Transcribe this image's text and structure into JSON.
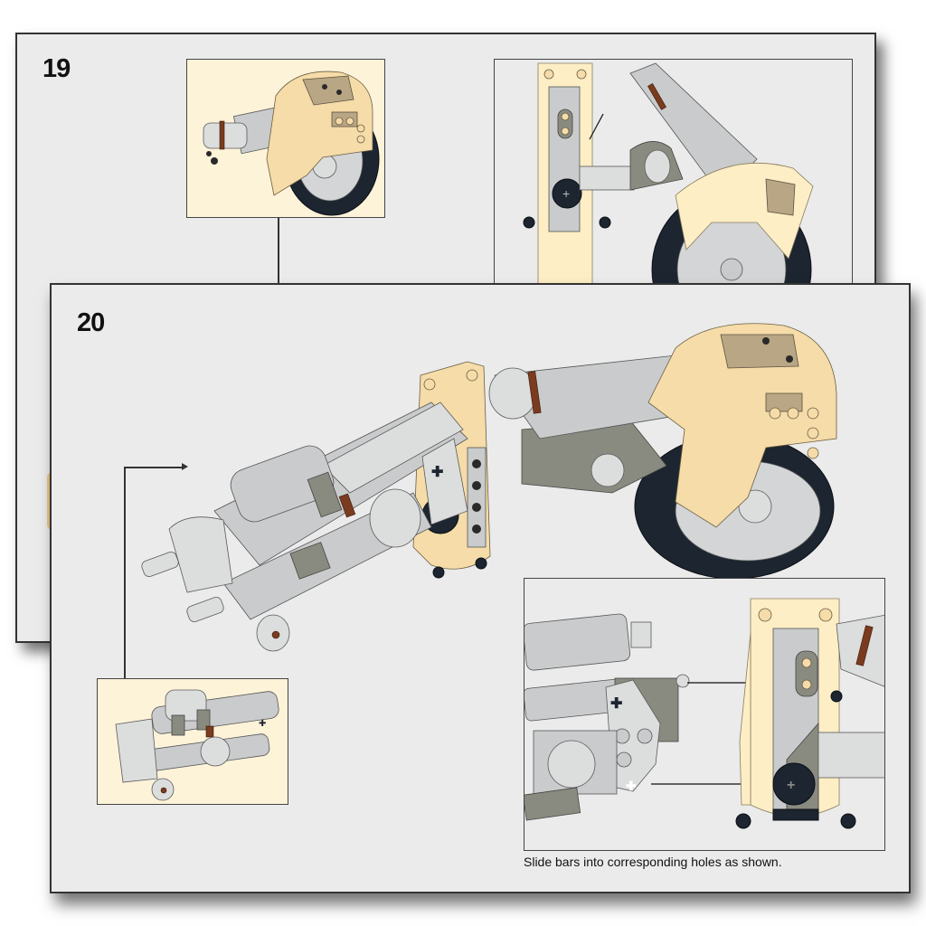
{
  "document": {
    "type": "building-instructions",
    "pages": [
      {
        "step_number": "19",
        "callout": {
          "description": "Assembled wheel and fender sub-assembly with cylinder"
        },
        "main_view": {
          "description": "Top-down view attaching rear fender and wheel assembly to frame, arrow indicating pin connection"
        }
      },
      {
        "step_number": "20",
        "callout": {
          "description": "Assembled twin-cylinder front sub-assembly"
        },
        "main_view": {
          "description": "Front sub-assembly attached to the frame, completing the bike body"
        },
        "detail_view": {
          "description": "Close-up showing bars sliding into frame holes, two arrows",
          "caption": "Slide bars into corresponding holes as shown."
        }
      }
    ]
  },
  "colors": {
    "page_bg": "#ebebeb",
    "callout_bg": "#fdf3d9",
    "tan": "#f5dca8",
    "light_grey": "#c9cbcc",
    "dark_grey": "#8a8b80",
    "tire": "#1c2530",
    "reddish_brown": "#7a3b1e"
  }
}
